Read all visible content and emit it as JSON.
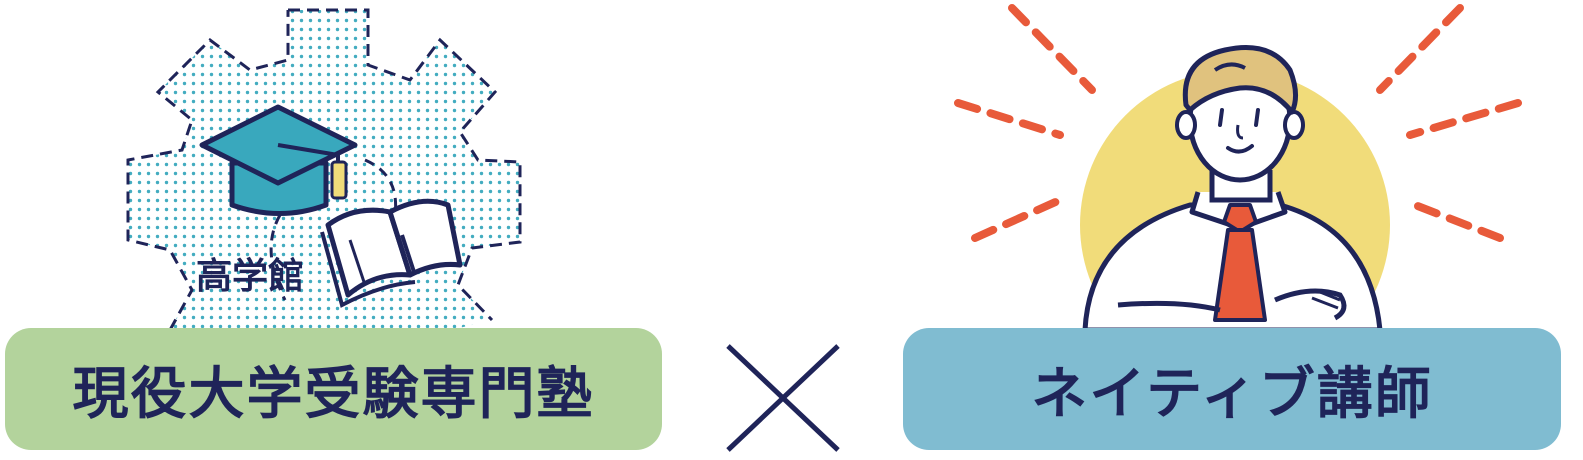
{
  "left": {
    "logo_text": "高学館",
    "label": "現役大学受験専門塾",
    "box_color": "#b3d39c"
  },
  "right": {
    "label": "ネイティブ講師",
    "box_color": "#80bcd1"
  },
  "symbols": {
    "separator": "multiplication-sign"
  },
  "colors": {
    "navy": "#1f2459",
    "teal": "#39a8bd",
    "yellow": "#f1dc7a",
    "tie": "#e85a3a"
  }
}
